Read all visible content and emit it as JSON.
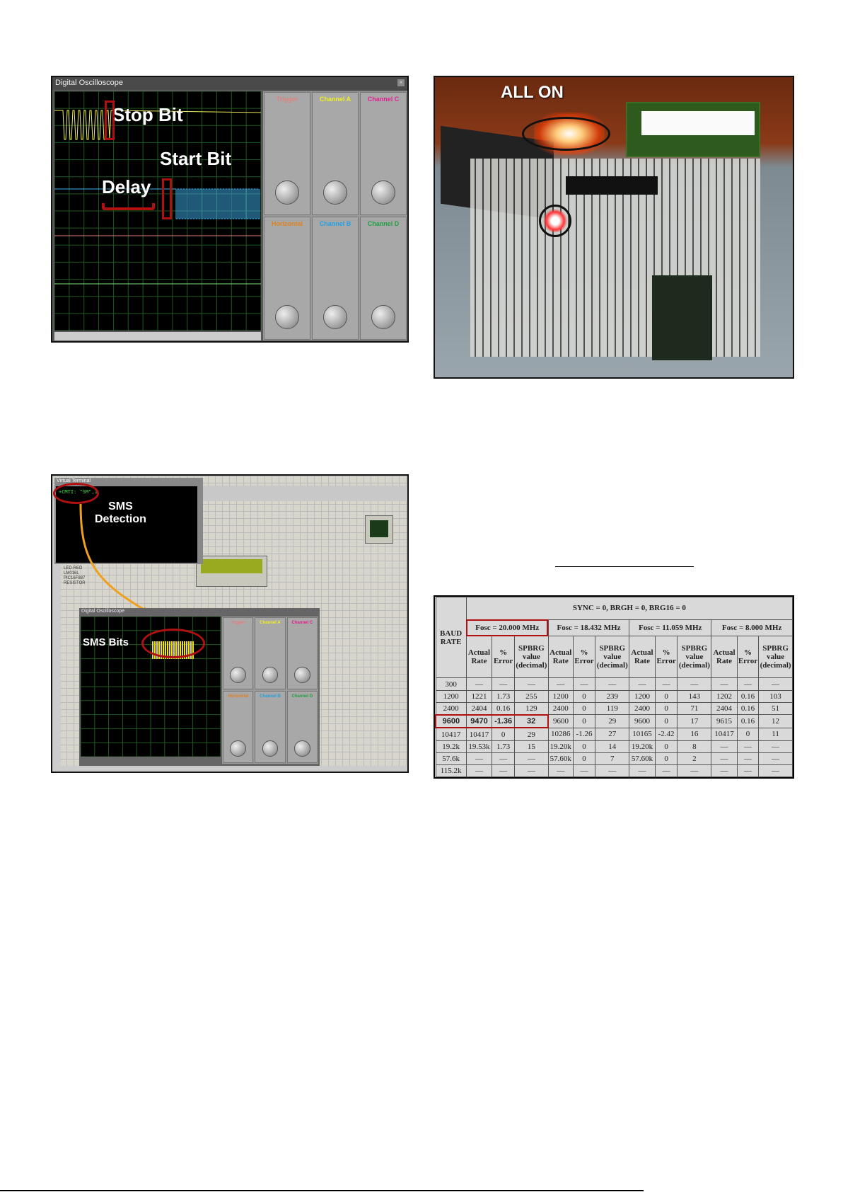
{
  "figure1": {
    "window_title": "Digital Oscilloscope",
    "labels": {
      "stop_bit": "Stop Bit",
      "start_bit": "Start Bit",
      "delay": "Delay"
    },
    "panels": [
      "Trigger",
      "Channel A",
      "Channel C",
      "Horizontal",
      "Channel B",
      "Channel D"
    ],
    "panel_colors": [
      "#e08080",
      "#f0f020",
      "#e02090",
      "#e08020",
      "#20a0e0",
      "#20a040"
    ],
    "signal_colors": {
      "channel_a": "#f0f060",
      "channel_b": "#40b0f0"
    }
  },
  "figure2": {
    "label": "ALL ON"
  },
  "figure3": {
    "terminal_title": "Virtual Terminal",
    "terminal_text": "+CMTI: \"SM\",1",
    "detection_label": "SMS\nDetection",
    "scope_title": "Digital Oscilloscope",
    "bits_label": "SMS Bits",
    "component_list": [
      "LED-RED",
      "LM016L",
      "PIC16F887",
      "RESISTOR"
    ]
  },
  "table": {
    "title": "SYNC = 0, BRGH = 0, BRG16 = 0",
    "baud_header": "BAUD RATE",
    "fosc": [
      "Fosc = 20.000 MHz",
      "Fosc = 18.432 MHz",
      "Fosc = 11.059 MHz",
      "Fosc = 8.000 MHz"
    ],
    "subheaders": [
      "Actual Rate",
      "% Error",
      "SPBRG value (decimal)"
    ],
    "highlight_color": "#b01010",
    "rows": [
      [
        "300",
        "—",
        "—",
        "—",
        "—",
        "—",
        "—",
        "—",
        "—",
        "—",
        "—",
        "—",
        "—"
      ],
      [
        "1200",
        "1221",
        "1.73",
        "255",
        "1200",
        "0",
        "239",
        "1200",
        "0",
        "143",
        "1202",
        "0.16",
        "103"
      ],
      [
        "2400",
        "2404",
        "0.16",
        "129",
        "2400",
        "0",
        "119",
        "2400",
        "0",
        "71",
        "2404",
        "0.16",
        "51"
      ],
      [
        "9600",
        "9470",
        "-1.36",
        "32",
        "9600",
        "0",
        "29",
        "9600",
        "0",
        "17",
        "9615",
        "0.16",
        "12"
      ],
      [
        "10417",
        "10417",
        "0",
        "29",
        "10286",
        "-1.26",
        "27",
        "10165",
        "-2.42",
        "16",
        "10417",
        "0",
        "11"
      ],
      [
        "19.2k",
        "19.53k",
        "1.73",
        "15",
        "19.20k",
        "0",
        "14",
        "19.20k",
        "0",
        "8",
        "—",
        "—",
        "—"
      ],
      [
        "57.6k",
        "—",
        "—",
        "—",
        "57.60k",
        "0",
        "7",
        "57.60k",
        "0",
        "2",
        "—",
        "—",
        "—"
      ],
      [
        "115.2k",
        "—",
        "—",
        "—",
        "—",
        "—",
        "—",
        "—",
        "—",
        "—",
        "—",
        "—",
        "—"
      ]
    ]
  }
}
